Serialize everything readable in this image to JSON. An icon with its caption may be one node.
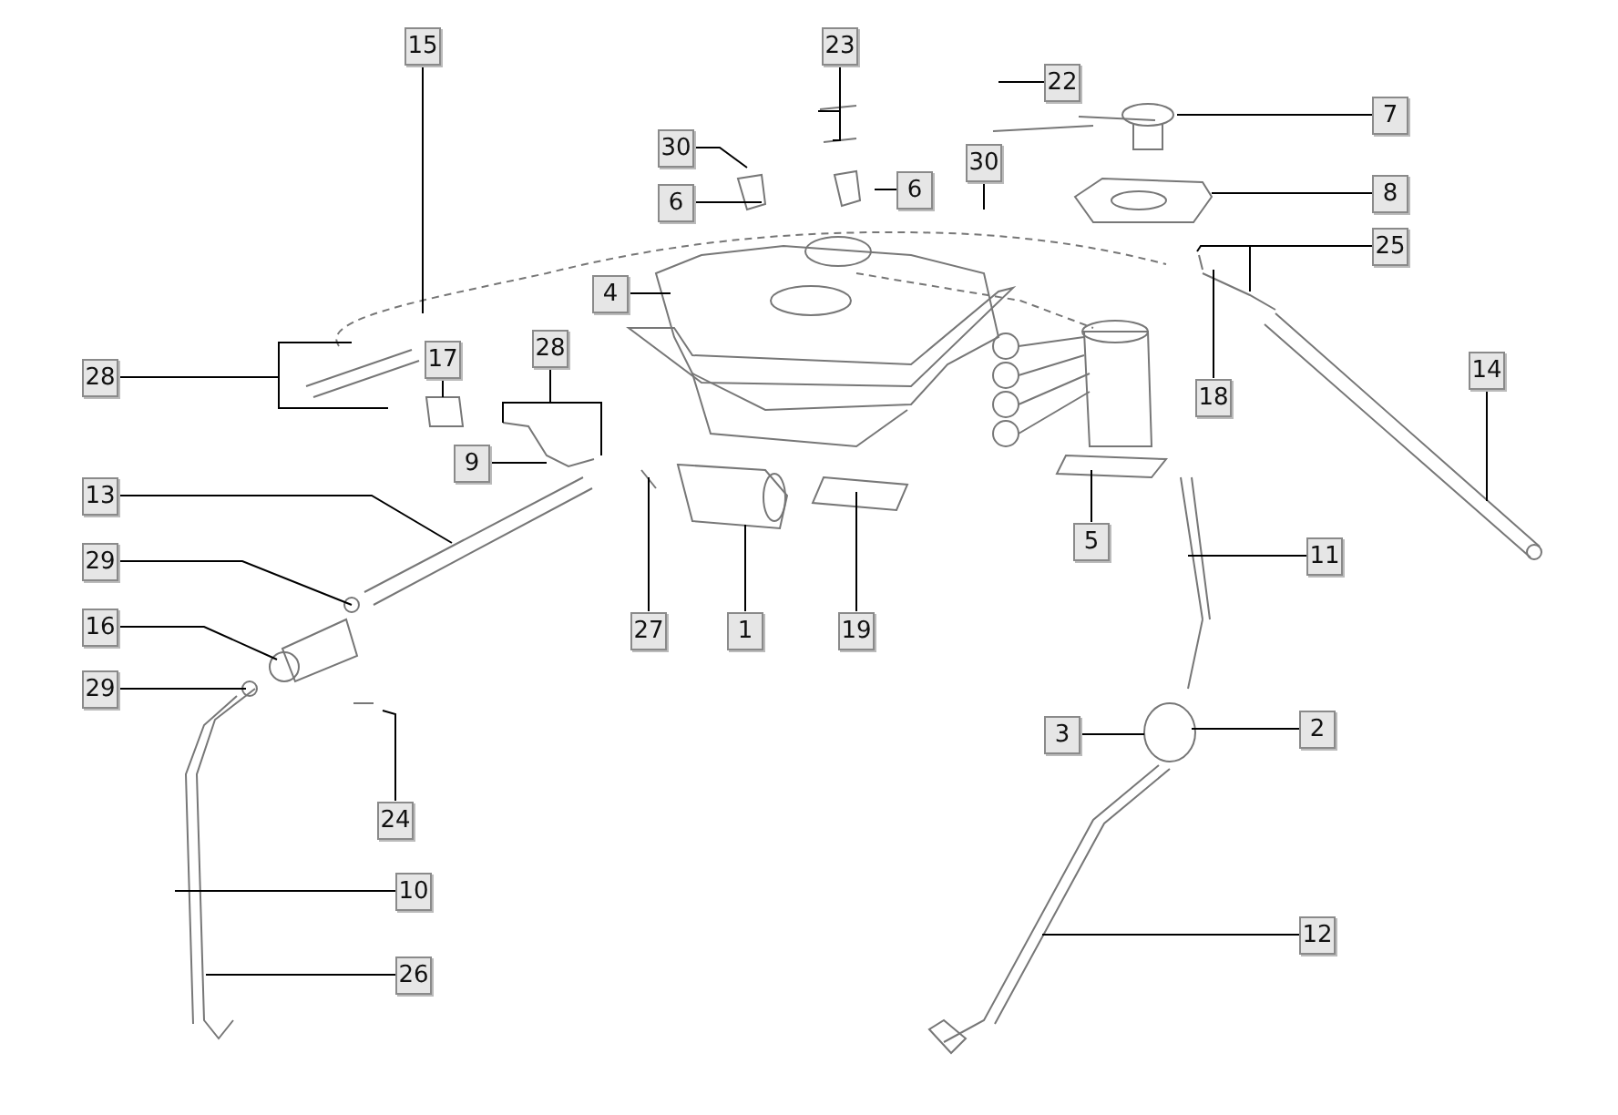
{
  "diagram": {
    "nodes": [
      {
        "text": [
          "15"
        ]
      },
      {
        "text": [
          "23"
        ]
      },
      {
        "text": [
          "22"
        ]
      },
      {
        "text": [
          "7"
        ]
      },
      {
        "text": [
          "30"
        ]
      },
      {
        "text": [
          "30"
        ]
      },
      {
        "text": [
          "6"
        ]
      },
      {
        "text": [
          "6"
        ]
      },
      {
        "text": [
          "8"
        ]
      },
      {
        "text": [
          "25"
        ]
      },
      {
        "text": [
          "4"
        ]
      },
      {
        "text": [
          "28"
        ]
      },
      {
        "text": [
          "17"
        ]
      },
      {
        "text": [
          "28"
        ]
      },
      {
        "text": [
          "14"
        ]
      },
      {
        "text": [
          "9"
        ]
      },
      {
        "text": [
          "18"
        ]
      },
      {
        "text": [
          "13"
        ]
      },
      {
        "text": [
          "5"
        ]
      },
      {
        "text": [
          "11"
        ]
      },
      {
        "text": [
          "29"
        ]
      },
      {
        "text": [
          "27"
        ]
      },
      {
        "text": [
          "1"
        ]
      },
      {
        "text": [
          "19"
        ]
      },
      {
        "text": [
          "16"
        ]
      },
      {
        "text": [
          "29"
        ]
      },
      {
        "text": [
          "24"
        ]
      },
      {
        "text": [
          "3"
        ]
      },
      {
        "text": [
          "2"
        ]
      },
      {
        "text": [
          "10"
        ]
      },
      {
        "text": [
          "12"
        ]
      },
      {
        "text": [
          "26"
        ]
      }
    ],
    "edges": [
      {
        "from": 0,
        "to": null,
        "arrow": "none"
      },
      {
        "from": 1,
        "to": null,
        "arrow": "none"
      },
      {
        "from": 1,
        "to": null,
        "arrow": "none"
      },
      {
        "from": 2,
        "to": null,
        "arrow": "none"
      },
      {
        "from": 3,
        "to": null,
        "arrow": "none"
      },
      {
        "from": 4,
        "to": null,
        "arrow": "none"
      },
      {
        "from": 5,
        "to": null,
        "arrow": "none"
      },
      {
        "from": 6,
        "to": null,
        "arrow": "none"
      },
      {
        "from": 7,
        "to": null,
        "arrow": "none"
      },
      {
        "from": 8,
        "to": null,
        "arrow": "none"
      },
      {
        "from": 9,
        "to": null,
        "arrow": "none"
      },
      {
        "from": 9,
        "to": null,
        "arrow": "none"
      },
      {
        "from": 10,
        "to": null,
        "arrow": "none"
      },
      {
        "from": 11,
        "to": null,
        "arrow": "none"
      },
      {
        "from": 11,
        "to": null,
        "arrow": "none"
      },
      {
        "from": 12,
        "to": null,
        "arrow": "none"
      },
      {
        "from": 13,
        "to": null,
        "arrow": "none"
      },
      {
        "from": 13,
        "to": null,
        "arrow": "none"
      },
      {
        "from": 14,
        "to": null,
        "arrow": "none"
      },
      {
        "from": 15,
        "to": null,
        "arrow": "none"
      },
      {
        "from": 16,
        "to": null,
        "arrow": "none"
      },
      {
        "from": 17,
        "to": null,
        "arrow": "none"
      },
      {
        "from": 18,
        "to": null,
        "arrow": "none"
      },
      {
        "from": 19,
        "to": null,
        "arrow": "none"
      },
      {
        "from": 20,
        "to": null,
        "arrow": "none"
      },
      {
        "from": 21,
        "to": null,
        "arrow": "none"
      },
      {
        "from": 22,
        "to": null,
        "arrow": "none"
      },
      {
        "from": 23,
        "to": null,
        "arrow": "none"
      },
      {
        "from": 24,
        "to": null,
        "arrow": "none"
      },
      {
        "from": 25,
        "to": null,
        "arrow": "none"
      },
      {
        "from": 26,
        "to": null,
        "arrow": "none"
      },
      {
        "from": 27,
        "to": null,
        "arrow": "none"
      },
      {
        "from": 28,
        "to": null,
        "arrow": "none"
      },
      {
        "from": 29,
        "to": null,
        "arrow": "none"
      },
      {
        "from": 30,
        "to": null,
        "arrow": "none"
      },
      {
        "from": 31,
        "to": null,
        "arrow": "none"
      }
    ]
  }
}
